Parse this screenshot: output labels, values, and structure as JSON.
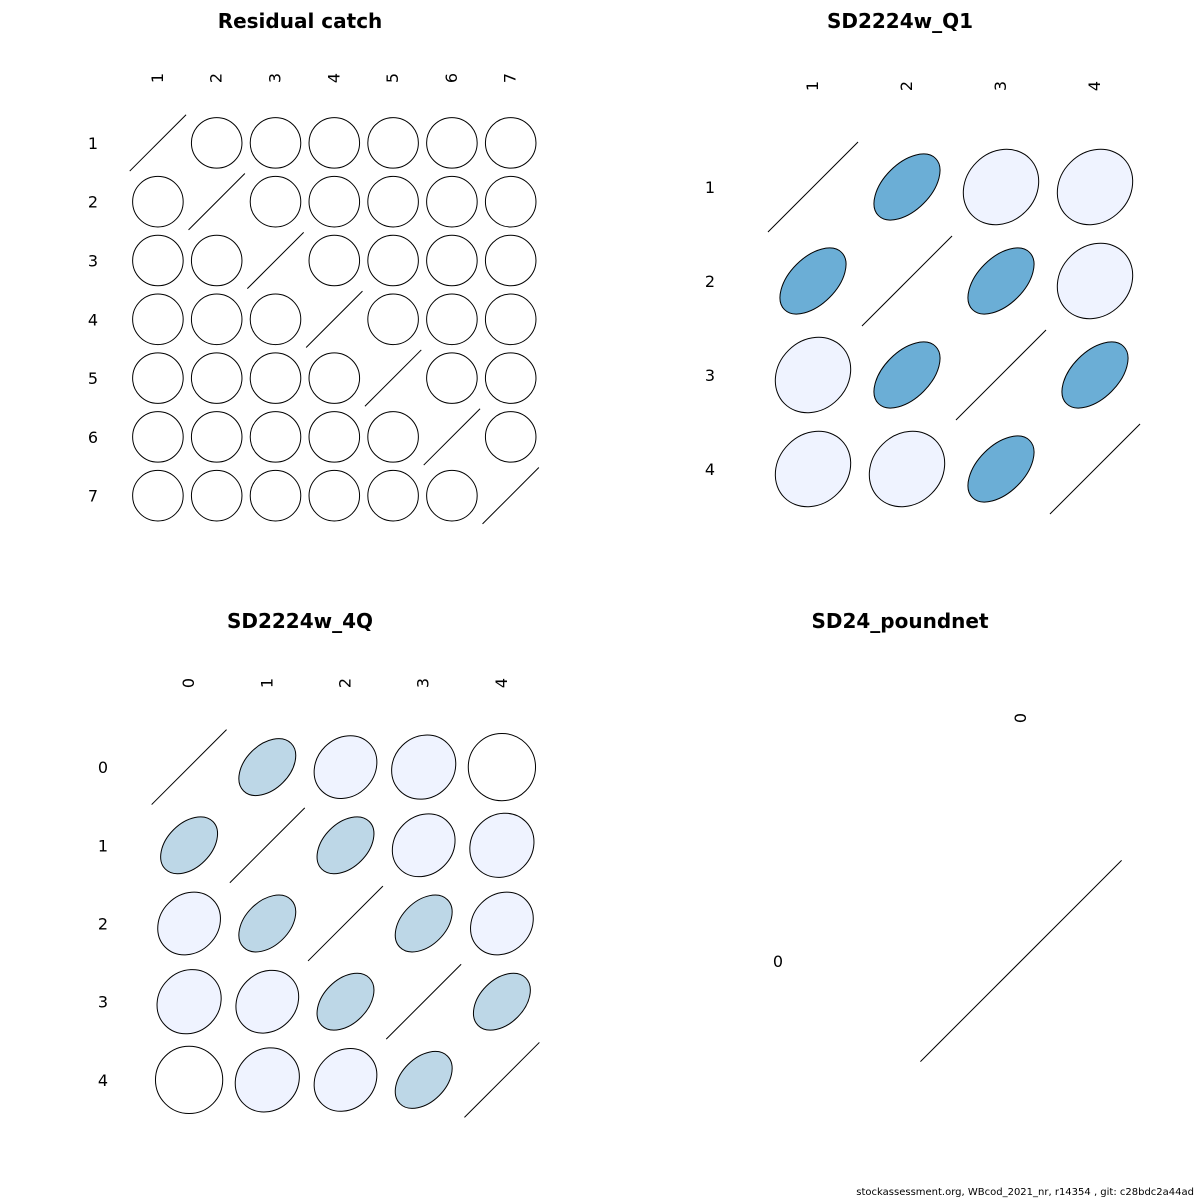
{
  "footer": "stockassessment.org, WBcod_2021_nr, r14354 , git: c28bdc2a44ad",
  "colors": {
    "strong": "#6baed6",
    "weak": "#eff3ff",
    "medium": "#bdd7e7",
    "none": "#ffffff",
    "outline": "#000000"
  },
  "chart_data": [
    {
      "type": "heatmap",
      "title": "Residual catch",
      "labels": [
        "1",
        "2",
        "3",
        "4",
        "5",
        "6",
        "7"
      ],
      "correlation": [
        [
          1,
          0,
          0,
          0,
          0,
          0,
          0
        ],
        [
          0,
          1,
          0,
          0,
          0,
          0,
          0
        ],
        [
          0,
          0,
          1,
          0,
          0,
          0,
          0
        ],
        [
          0,
          0,
          0,
          1,
          0,
          0,
          0
        ],
        [
          0,
          0,
          0,
          0,
          1,
          0,
          0
        ],
        [
          0,
          0,
          0,
          0,
          0,
          1,
          0
        ],
        [
          0,
          0,
          0,
          0,
          0,
          0,
          1
        ]
      ]
    },
    {
      "type": "heatmap",
      "title": "SD2224w_Q1",
      "labels": [
        "1",
        "2",
        "3",
        "4"
      ],
      "correlation": [
        [
          1,
          0.5,
          0.15,
          0.15
        ],
        [
          0.5,
          1,
          0.5,
          0.15
        ],
        [
          0.15,
          0.5,
          1,
          0.5
        ],
        [
          0.15,
          0.15,
          0.5,
          1
        ]
      ]
    },
    {
      "type": "heatmap",
      "title": "SD2224w_4Q",
      "labels": [
        "0",
        "1",
        "2",
        "3",
        "4"
      ],
      "correlation": [
        [
          1,
          0.4,
          0.15,
          0.1,
          0
        ],
        [
          0.4,
          1,
          0.4,
          0.15,
          0.1
        ],
        [
          0.15,
          0.4,
          1,
          0.4,
          0.15
        ],
        [
          0.1,
          0.15,
          0.4,
          1,
          0.4
        ],
        [
          0,
          0.1,
          0.15,
          0.4,
          1
        ]
      ]
    },
    {
      "type": "heatmap",
      "title": "SD24_poundnet",
      "labels": [
        "0"
      ],
      "correlation": [
        [
          1
        ]
      ]
    }
  ]
}
